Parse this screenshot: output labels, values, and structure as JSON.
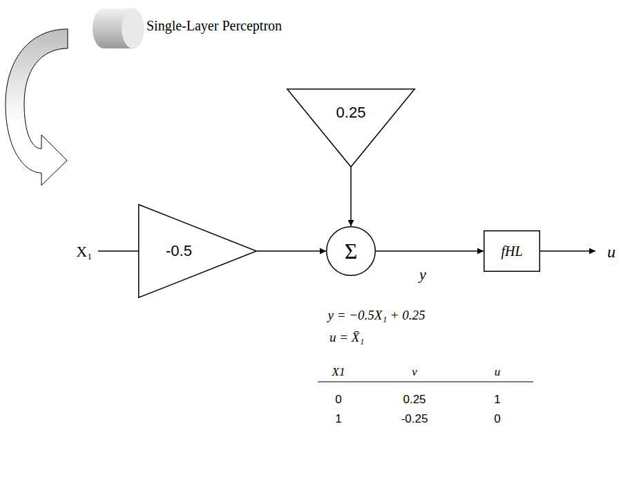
{
  "diagram": {
    "title": "Single-Layer Perceptron",
    "nodes": [
      {
        "text": [
          "-0.5"
        ]
      },
      {
        "text": [
          "0.25"
        ]
      },
      {
        "text": [
          "Σ"
        ]
      },
      {
        "text": [
          "fHL"
        ]
      }
    ],
    "edges": [
      {
        "from": 0,
        "to": 2,
        "arrow": "to"
      },
      {
        "from": 1,
        "to": 2,
        "arrow": "to"
      },
      {
        "from": 2,
        "to": 3,
        "arrow": "to",
        "label": "y"
      }
    ],
    "labels": [
      "X₁",
      "u",
      "y = −0.5X₁ + 0.25",
      "u = X̄₁",
      "X1",
      "v",
      "u",
      "0",
      "0.25",
      "1",
      "1",
      "-0.25",
      "0"
    ]
  }
}
